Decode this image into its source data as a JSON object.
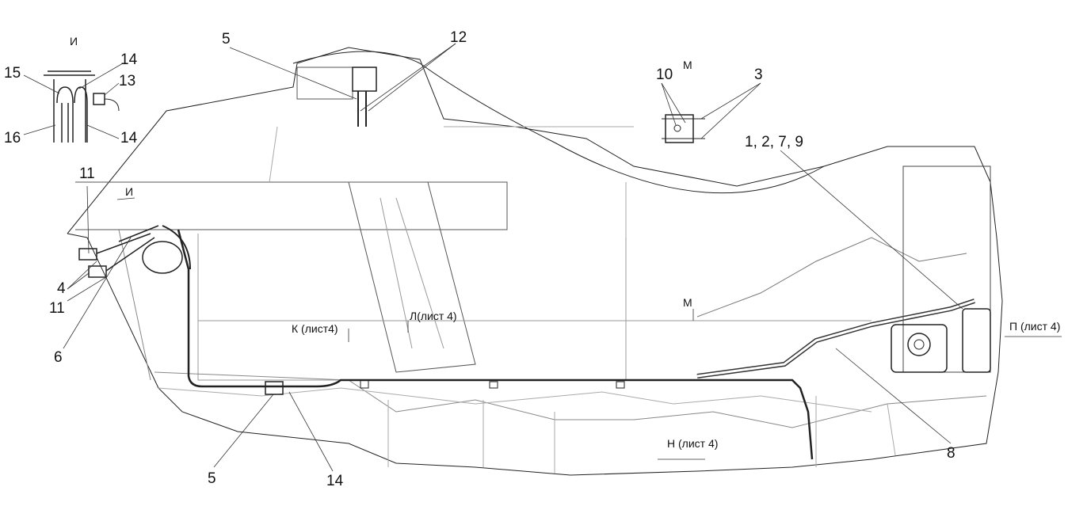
{
  "labels": {
    "view_i": "И",
    "n15": "15",
    "n14_top": "14",
    "n13": "13",
    "n16": "16",
    "n14_mid": "14",
    "n11_top": "11",
    "view_i_arrow": "И",
    "n4": "4",
    "n11_bot": "11",
    "n6": "6",
    "n5_top": "5",
    "n12": "12",
    "n10": "10",
    "view_m": "М",
    "n3": "3",
    "n1279": "1, 2, 7, 9",
    "view_m_arrow": "М",
    "view_k": "К (лист4)",
    "view_l": "Л(лист 4)",
    "view_p": "П (лист 4)",
    "view_n": "Н (лист 4)",
    "n8": "8",
    "n5_bot": "5",
    "n14_bot": "14"
  }
}
